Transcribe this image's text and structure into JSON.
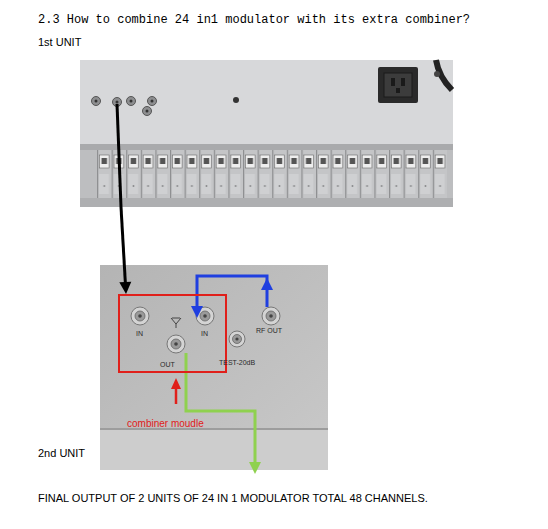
{
  "diagram": {
    "title": "2.3 How to combine 24 in1 modulator with its extra combiner?",
    "caption": "FINAL OUTPUT OF 2 UNITS OF 24 IN 1 MODULATOR TOTAL 48 CHANNELS.",
    "nodes": [
      {
        "text": [
          "1st UNIT"
        ]
      },
      {
        "text": [
          "2nd UNIT"
        ]
      },
      {
        "text": [
          "IN",
          "IN",
          "OUT"
        ],
        "in": 1
      }
    ],
    "edges": [
      {
        "from": 0,
        "to": 2,
        "arrow": "to"
      }
    ],
    "labels": [
      "RF OUT",
      "TEST-20dB",
      "combiner moudle"
    ]
  }
}
